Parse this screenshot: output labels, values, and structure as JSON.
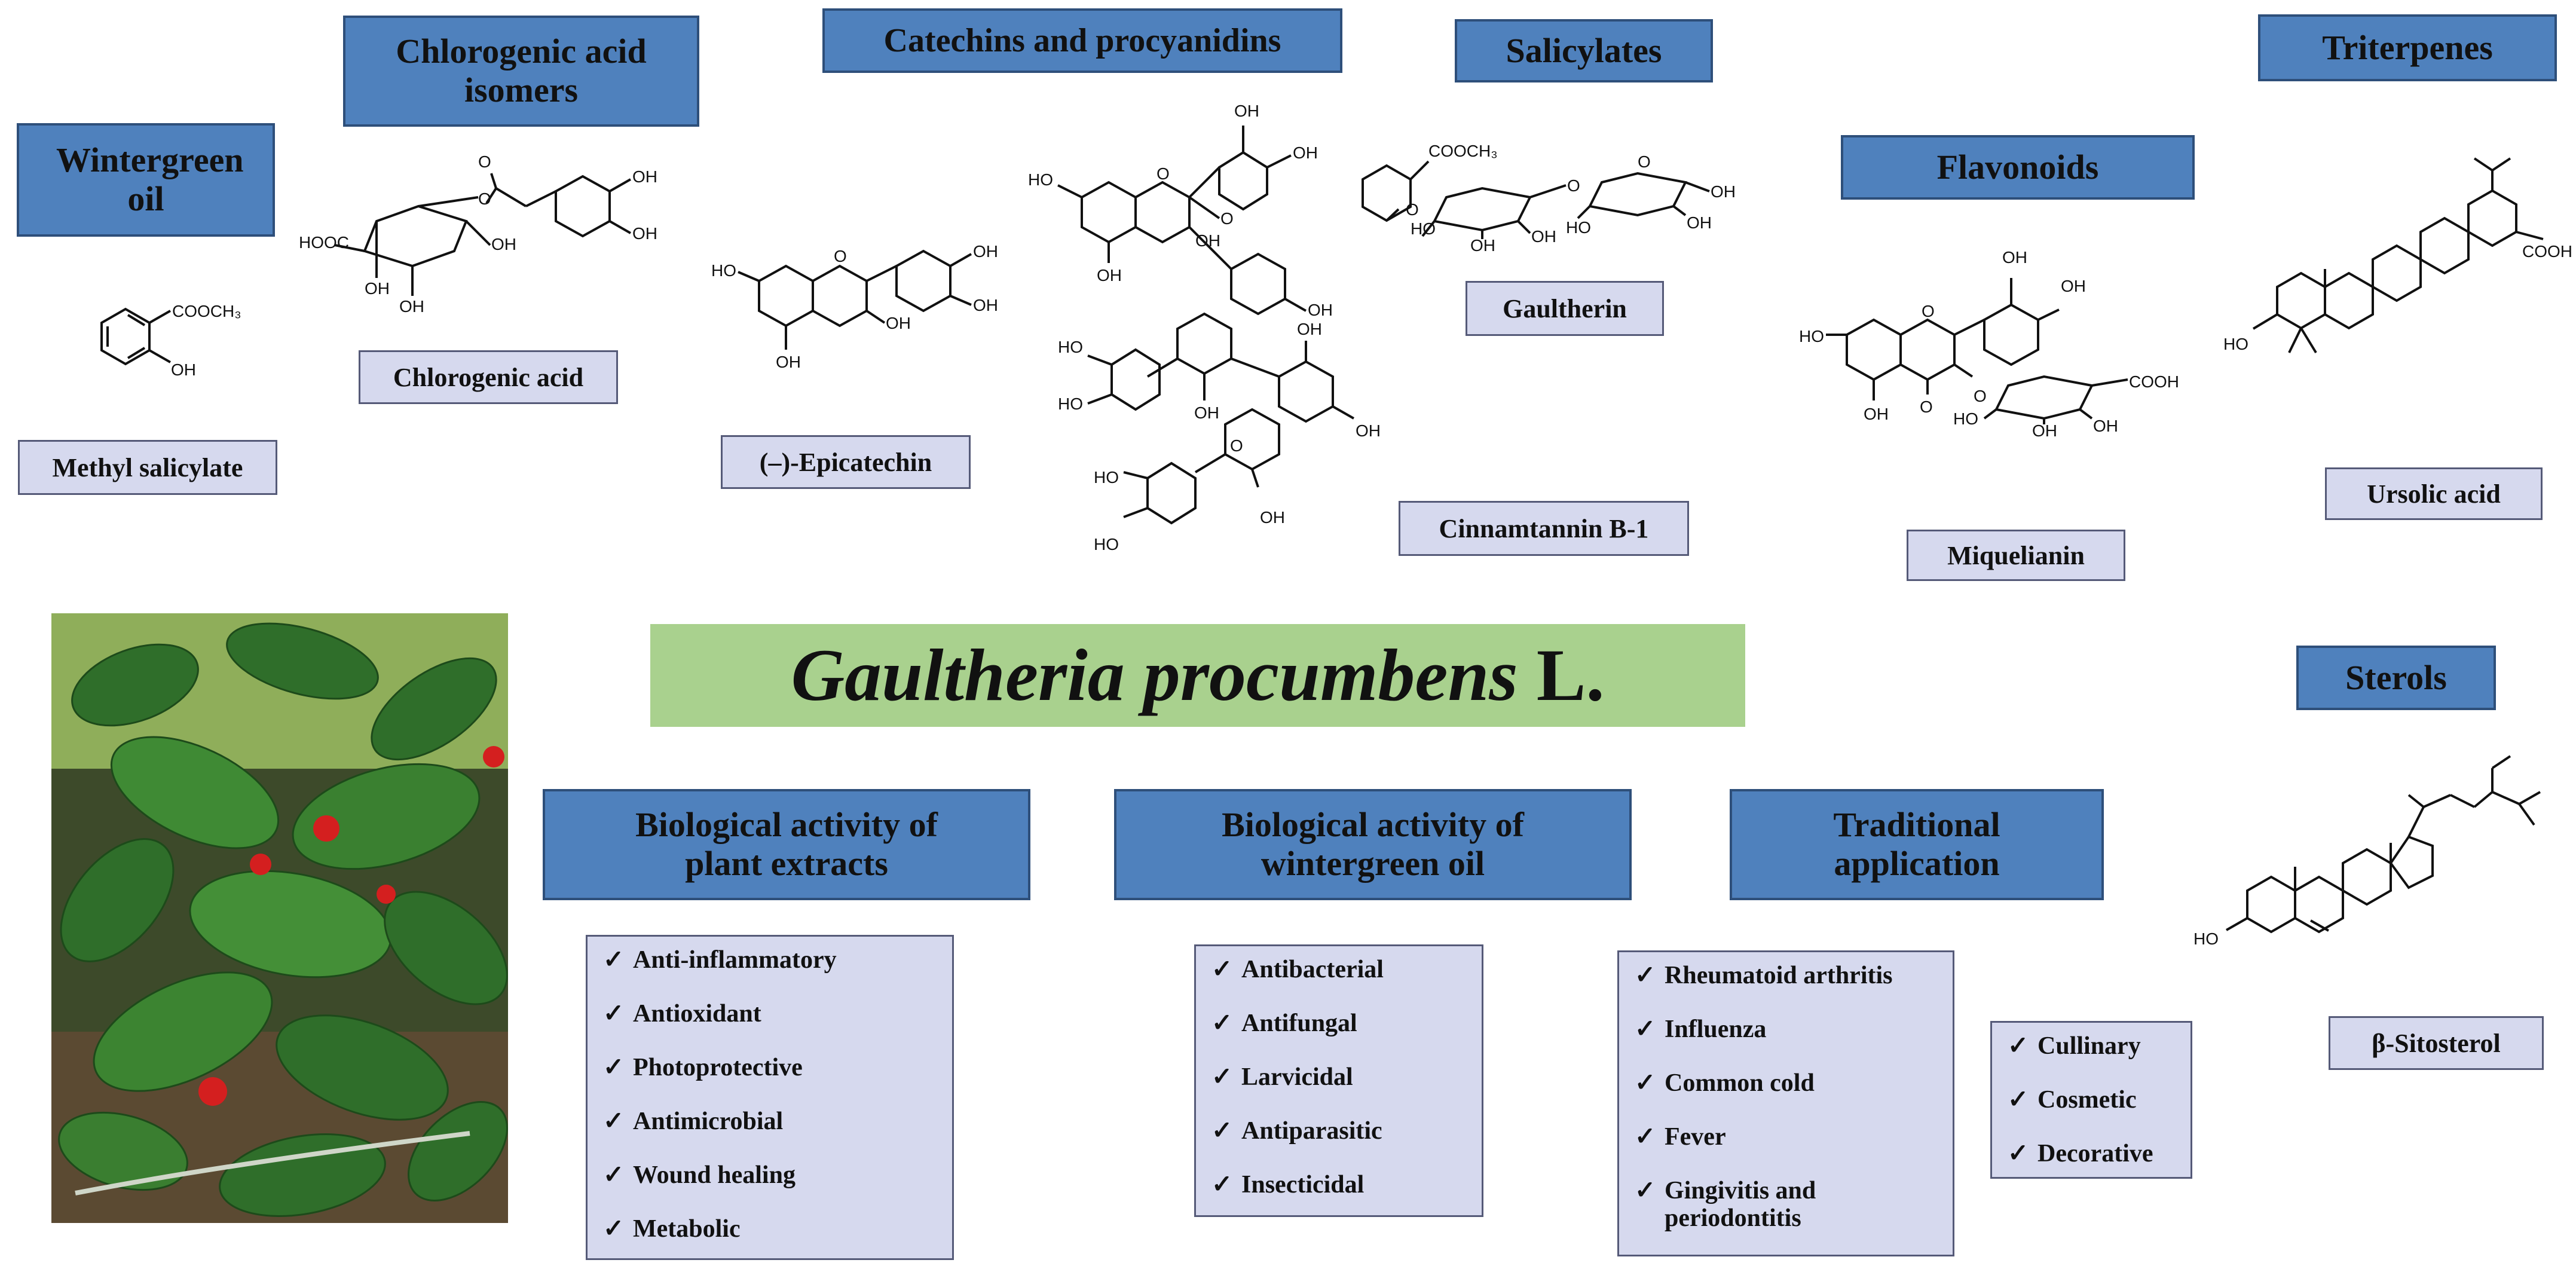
{
  "title": {
    "italic": "Gaultheria procumbens",
    "suffix": " L."
  },
  "categories": {
    "wintergreen_oil": "Wintergreen oil",
    "chlorogenic": "Chlorogenic acid isomers",
    "catechins": "Catechins and procyanidins",
    "salicylates": "Salicylates",
    "triterpenes": "Triterpenes",
    "flavonoids": "Flavonoids",
    "sterols": "Sterols",
    "bio_extracts": "Biological activity of plant extracts",
    "bio_oil": "Biological activity of wintergreen oil",
    "traditional": "Traditional application"
  },
  "compounds": {
    "methyl_salicylate": "Methyl salicylate",
    "chlorogenic_acid": "Chlorogenic acid",
    "epicatechin": "(–)-Epicatechin",
    "cinnamtannin": "Cinnamtannin B-1",
    "gaultherin": "Gaultherin",
    "miquelianin": "Miquelianin",
    "ursolic_acid": "Ursolic acid",
    "sitosterol": "β-Sitosterol"
  },
  "chem_labels": {
    "cooch3": "COOCH₃",
    "oh": "OH",
    "ho": "HO",
    "hooc": "HOOC",
    "cooh": "COOH",
    "o": "O"
  },
  "lists": {
    "check": "✓",
    "extracts": [
      "Anti-inflammatory",
      "Antioxidant",
      "Photoprotective",
      "Antimicrobial",
      "Wound healing",
      "Metabolic"
    ],
    "oil": [
      "Antibacterial",
      "Antifungal",
      "Larvicidal",
      "Antiparasitic",
      "Insecticidal"
    ],
    "traditional": [
      "Rheumatoid arthritis",
      "Influenza",
      "Common cold",
      "Fever",
      "Gingivitis and periodontitis"
    ],
    "uses": [
      "Cullinary",
      "Cosmetic",
      "Decorative"
    ]
  },
  "colors": {
    "header_fill": "#4f81bd",
    "label_fill": "#d6d9ee",
    "title_band": "#a9d18e"
  },
  "icons": {
    "check": "check-icon",
    "photo": "plant-photo"
  }
}
